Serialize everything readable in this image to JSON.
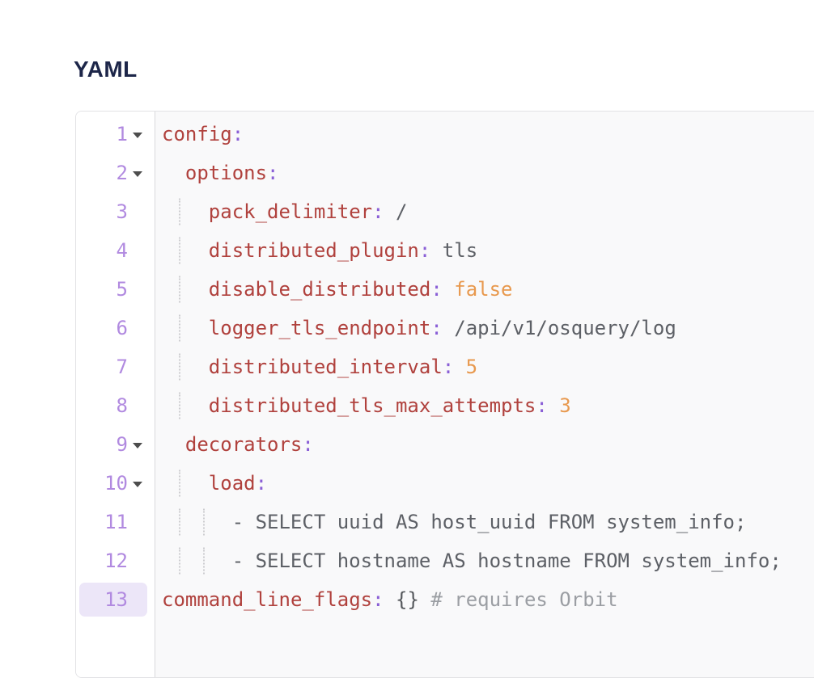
{
  "page": {
    "title": "YAML"
  },
  "colors": {
    "title": "#1d2649",
    "key": "#b0413d",
    "colon": "#8a5fd6",
    "string": "#5d6066",
    "number": "#e8994e",
    "punct": "#55585c",
    "comment": "#9b9ea3",
    "line_number": "#b18ae0",
    "line_highlight": "#ece6f8",
    "code_background": "#f9f9fa",
    "gutter_background": "#ffffff"
  },
  "editor": {
    "language": "yaml",
    "highlighted_line": 13,
    "lines": [
      {
        "number": "1",
        "fold": true,
        "highlight": false,
        "indent": 0,
        "guides": 0,
        "tokens": [
          {
            "t": "config",
            "c": "key"
          },
          {
            "t": ":",
            "c": "colon"
          }
        ]
      },
      {
        "number": "2",
        "fold": true,
        "highlight": false,
        "indent": 2,
        "guides": 0,
        "tokens": [
          {
            "t": "options",
            "c": "key"
          },
          {
            "t": ":",
            "c": "colon"
          }
        ]
      },
      {
        "number": "3",
        "fold": false,
        "highlight": false,
        "indent": 4,
        "guides": 1,
        "tokens": [
          {
            "t": "pack_delimiter",
            "c": "key"
          },
          {
            "t": ":",
            "c": "colon"
          },
          {
            "t": " /",
            "c": "str"
          }
        ]
      },
      {
        "number": "4",
        "fold": false,
        "highlight": false,
        "indent": 4,
        "guides": 1,
        "tokens": [
          {
            "t": "distributed_plugin",
            "c": "key"
          },
          {
            "t": ":",
            "c": "colon"
          },
          {
            "t": " tls",
            "c": "str"
          }
        ]
      },
      {
        "number": "5",
        "fold": false,
        "highlight": false,
        "indent": 4,
        "guides": 1,
        "tokens": [
          {
            "t": "disable_distributed",
            "c": "key"
          },
          {
            "t": ":",
            "c": "colon"
          },
          {
            "t": " false",
            "c": "num"
          }
        ]
      },
      {
        "number": "6",
        "fold": false,
        "highlight": false,
        "indent": 4,
        "guides": 1,
        "tokens": [
          {
            "t": "logger_tls_endpoint",
            "c": "key"
          },
          {
            "t": ":",
            "c": "colon"
          },
          {
            "t": " /api/v1/osquery/log",
            "c": "str"
          }
        ]
      },
      {
        "number": "7",
        "fold": false,
        "highlight": false,
        "indent": 4,
        "guides": 1,
        "tokens": [
          {
            "t": "distributed_interval",
            "c": "key"
          },
          {
            "t": ":",
            "c": "colon"
          },
          {
            "t": " 5",
            "c": "num"
          }
        ]
      },
      {
        "number": "8",
        "fold": false,
        "highlight": false,
        "indent": 4,
        "guides": 1,
        "tokens": [
          {
            "t": "distributed_tls_max_attempts",
            "c": "key"
          },
          {
            "t": ":",
            "c": "colon"
          },
          {
            "t": " 3",
            "c": "num"
          }
        ]
      },
      {
        "number": "9",
        "fold": true,
        "highlight": false,
        "indent": 2,
        "guides": 0,
        "tokens": [
          {
            "t": "decorators",
            "c": "key"
          },
          {
            "t": ":",
            "c": "colon"
          }
        ]
      },
      {
        "number": "10",
        "fold": true,
        "highlight": false,
        "indent": 4,
        "guides": 1,
        "tokens": [
          {
            "t": "load",
            "c": "key"
          },
          {
            "t": ":",
            "c": "colon"
          }
        ]
      },
      {
        "number": "11",
        "fold": false,
        "highlight": false,
        "indent": 6,
        "guides": 2,
        "tokens": [
          {
            "t": "- SELECT uuid AS host_uuid FROM system_info;",
            "c": "str"
          }
        ]
      },
      {
        "number": "12",
        "fold": false,
        "highlight": false,
        "indent": 6,
        "guides": 2,
        "tokens": [
          {
            "t": "- SELECT hostname AS hostname FROM system_info;",
            "c": "str"
          }
        ]
      },
      {
        "number": "13",
        "fold": false,
        "highlight": true,
        "indent": 0,
        "guides": 0,
        "tokens": [
          {
            "t": "command_line_flags",
            "c": "key"
          },
          {
            "t": ":",
            "c": "colon"
          },
          {
            "t": " {}",
            "c": "punct"
          },
          {
            "t": " # requires Orbit",
            "c": "comment"
          }
        ]
      }
    ]
  }
}
